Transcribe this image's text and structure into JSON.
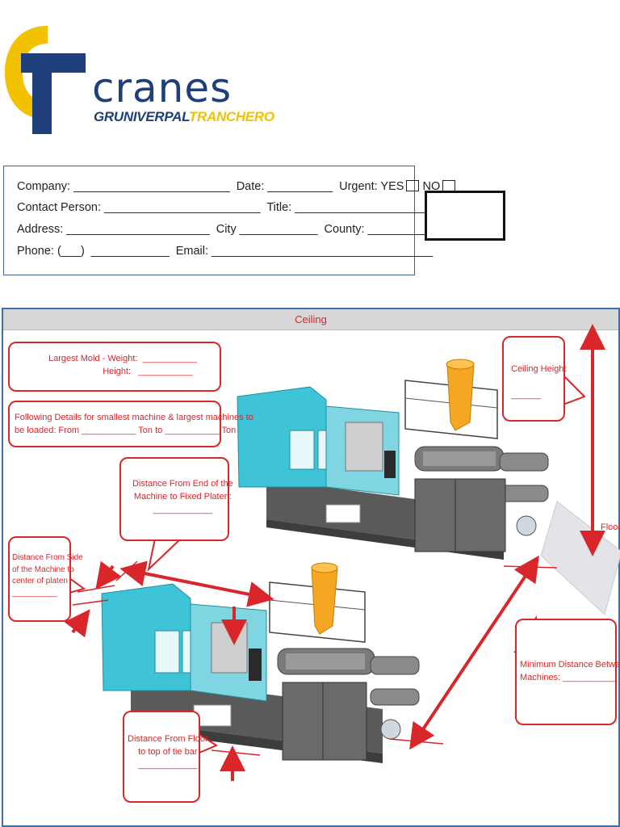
{
  "logo": {
    "word": "cranes",
    "sub_part1": "GRUNIVERPAL",
    "sub_part2": "TRANCHERO",
    "colors": {
      "blue": "#1f3f7a",
      "yellow": "#f2c200"
    }
  },
  "form": {
    "line1": "Company: ________________________  Date: __________  Urgent: YES",
    "line1_no": " NO",
    "line2": "Contact Person: ________________________  Title: ________________________",
    "line3": "Address: ______________________  City ____________  County: ____________",
    "line4": "Phone: (___)  ____________  Email: __________________________________"
  },
  "diagram": {
    "ceiling": "Ceiling",
    "floor": "Floor",
    "callouts": {
      "largest_mold": "Largest Mold - Weight:  ___________\n                      Height:   ___________",
      "following_details": "Following Details for smallest machine & largest machines to\nbe loaded: From ___________ Ton to ___________ Ton",
      "distance_end": "Distance From End of the\nMachine to Fixed Platen:\n____________",
      "distance_side": "Distance From Side\nof the Machine to\ncenter of platen\n__________",
      "ceiling_height": "Ceiling Height\n\n______",
      "min_distance": "Minimum Distance Between\nMachines: ___________",
      "distance_floor": "Distance From Floor\nto top of tie bar\n____________"
    },
    "colors": {
      "accent": "#d8262a",
      "machine_body": "#3ec4d6",
      "hopper": "#f5a623",
      "base": "#5a5a5a"
    }
  }
}
